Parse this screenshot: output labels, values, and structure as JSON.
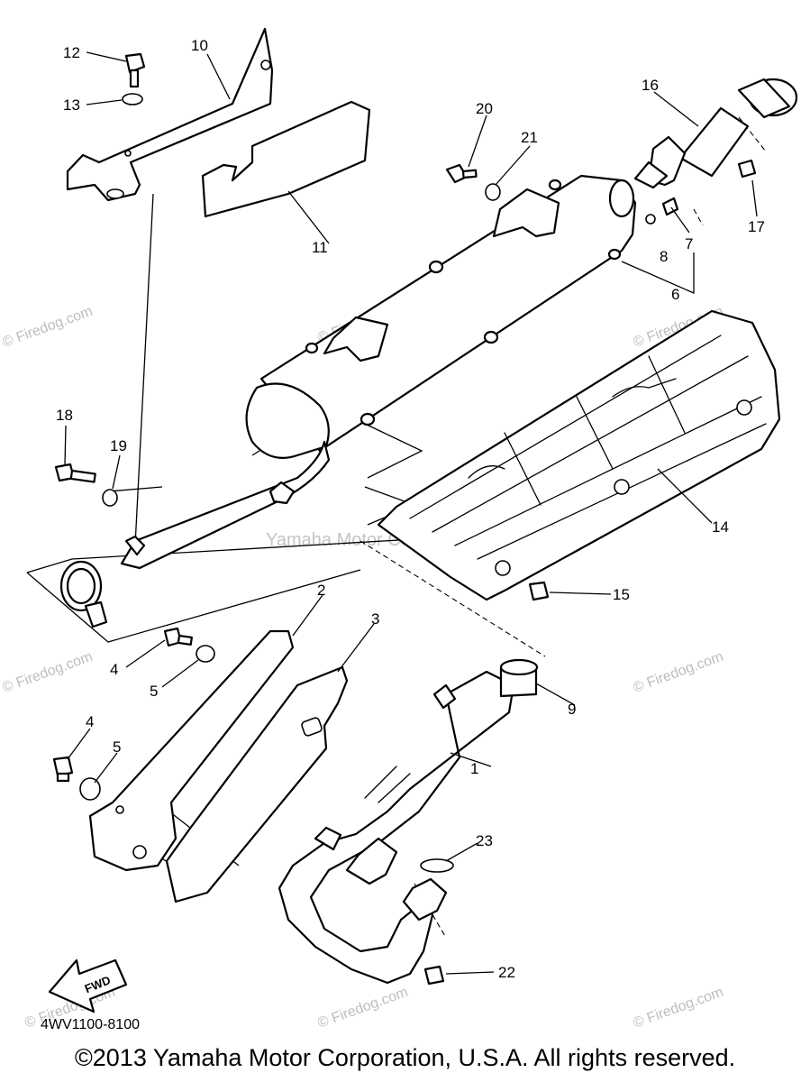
{
  "diagram": {
    "callouts": {
      "c1": "1",
      "c2": "2",
      "c3": "3",
      "c4a": "4",
      "c4b": "4",
      "c5a": "5",
      "c5b": "5",
      "c6": "6",
      "c7": "7",
      "c8": "8",
      "c9": "9",
      "c10": "10",
      "c11": "11",
      "c12": "12",
      "c13": "13",
      "c14": "14",
      "c15": "15",
      "c16": "16",
      "c17": "17",
      "c18": "18",
      "c19": "19",
      "c20": "20",
      "c21": "21",
      "c22": "22",
      "c23": "23"
    },
    "fwd_label": "FWD",
    "part_code": "4WV1100-8100",
    "watermark_site": "© Firedog.com",
    "watermark_center": "Yamaha Motor Corp. U.S.A"
  },
  "footer": {
    "copyright": "©2013 Yamaha Motor Corporation, U.S.A. All rights reserved."
  }
}
